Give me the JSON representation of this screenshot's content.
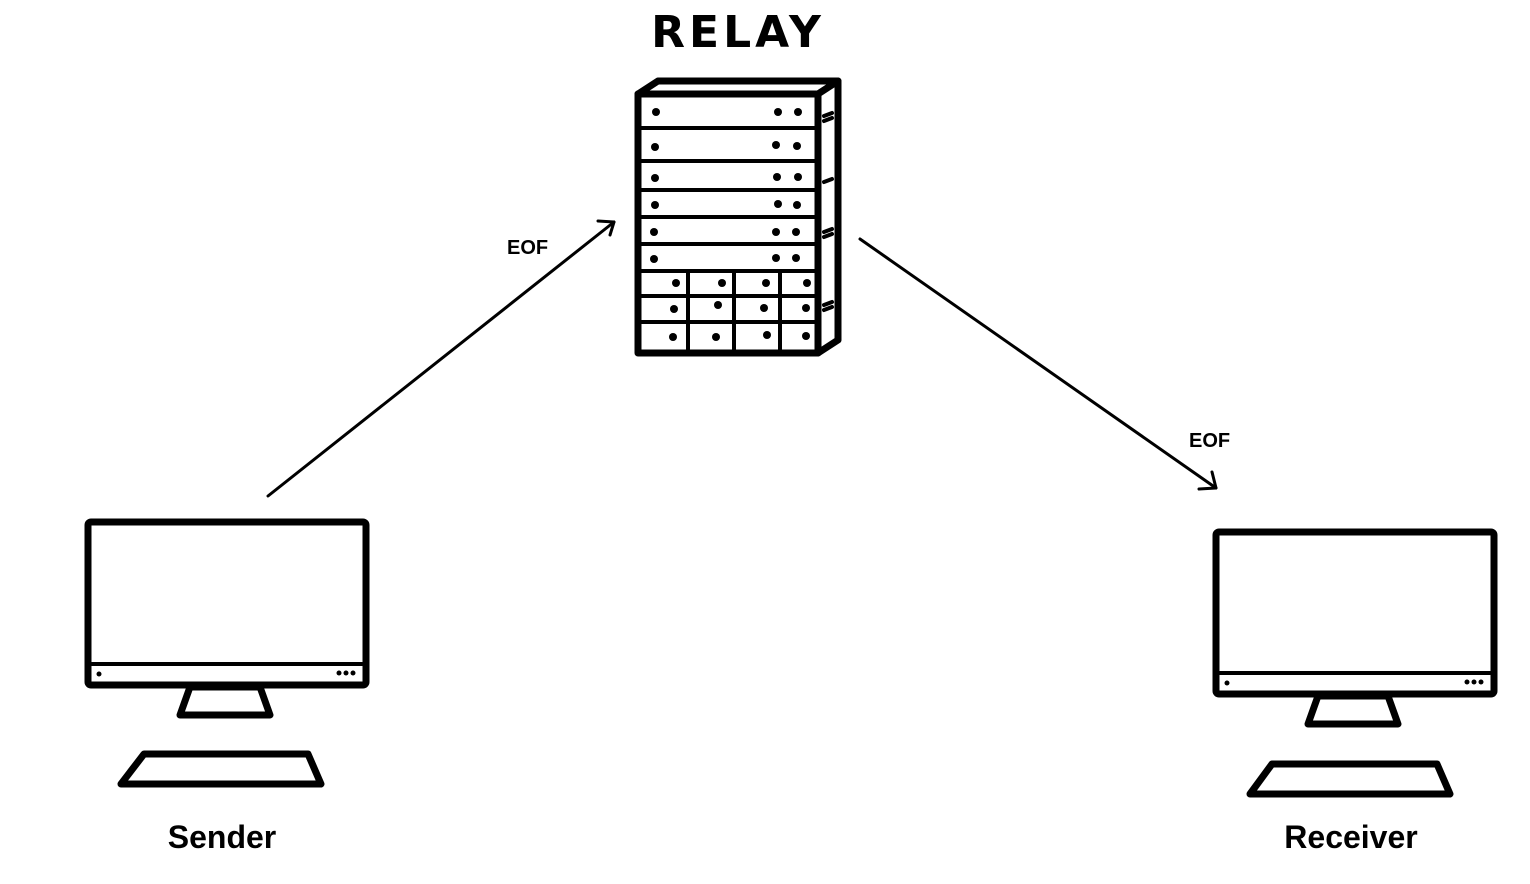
{
  "nodes": {
    "relay": {
      "title": "RELAY"
    },
    "sender": {
      "label": "Sender"
    },
    "receiver": {
      "label": "Receiver"
    }
  },
  "edges": [
    {
      "from": "Sender",
      "to": "RELAY",
      "label": "EOF"
    },
    {
      "from": "RELAY",
      "to": "Receiver",
      "label": "EOF"
    }
  ],
  "icons": {
    "relay": "server-rack-icon",
    "sender": "desktop-computer-icon",
    "receiver": "desktop-computer-icon"
  },
  "colors": {
    "stroke": "#000000",
    "background": "#ffffff"
  }
}
